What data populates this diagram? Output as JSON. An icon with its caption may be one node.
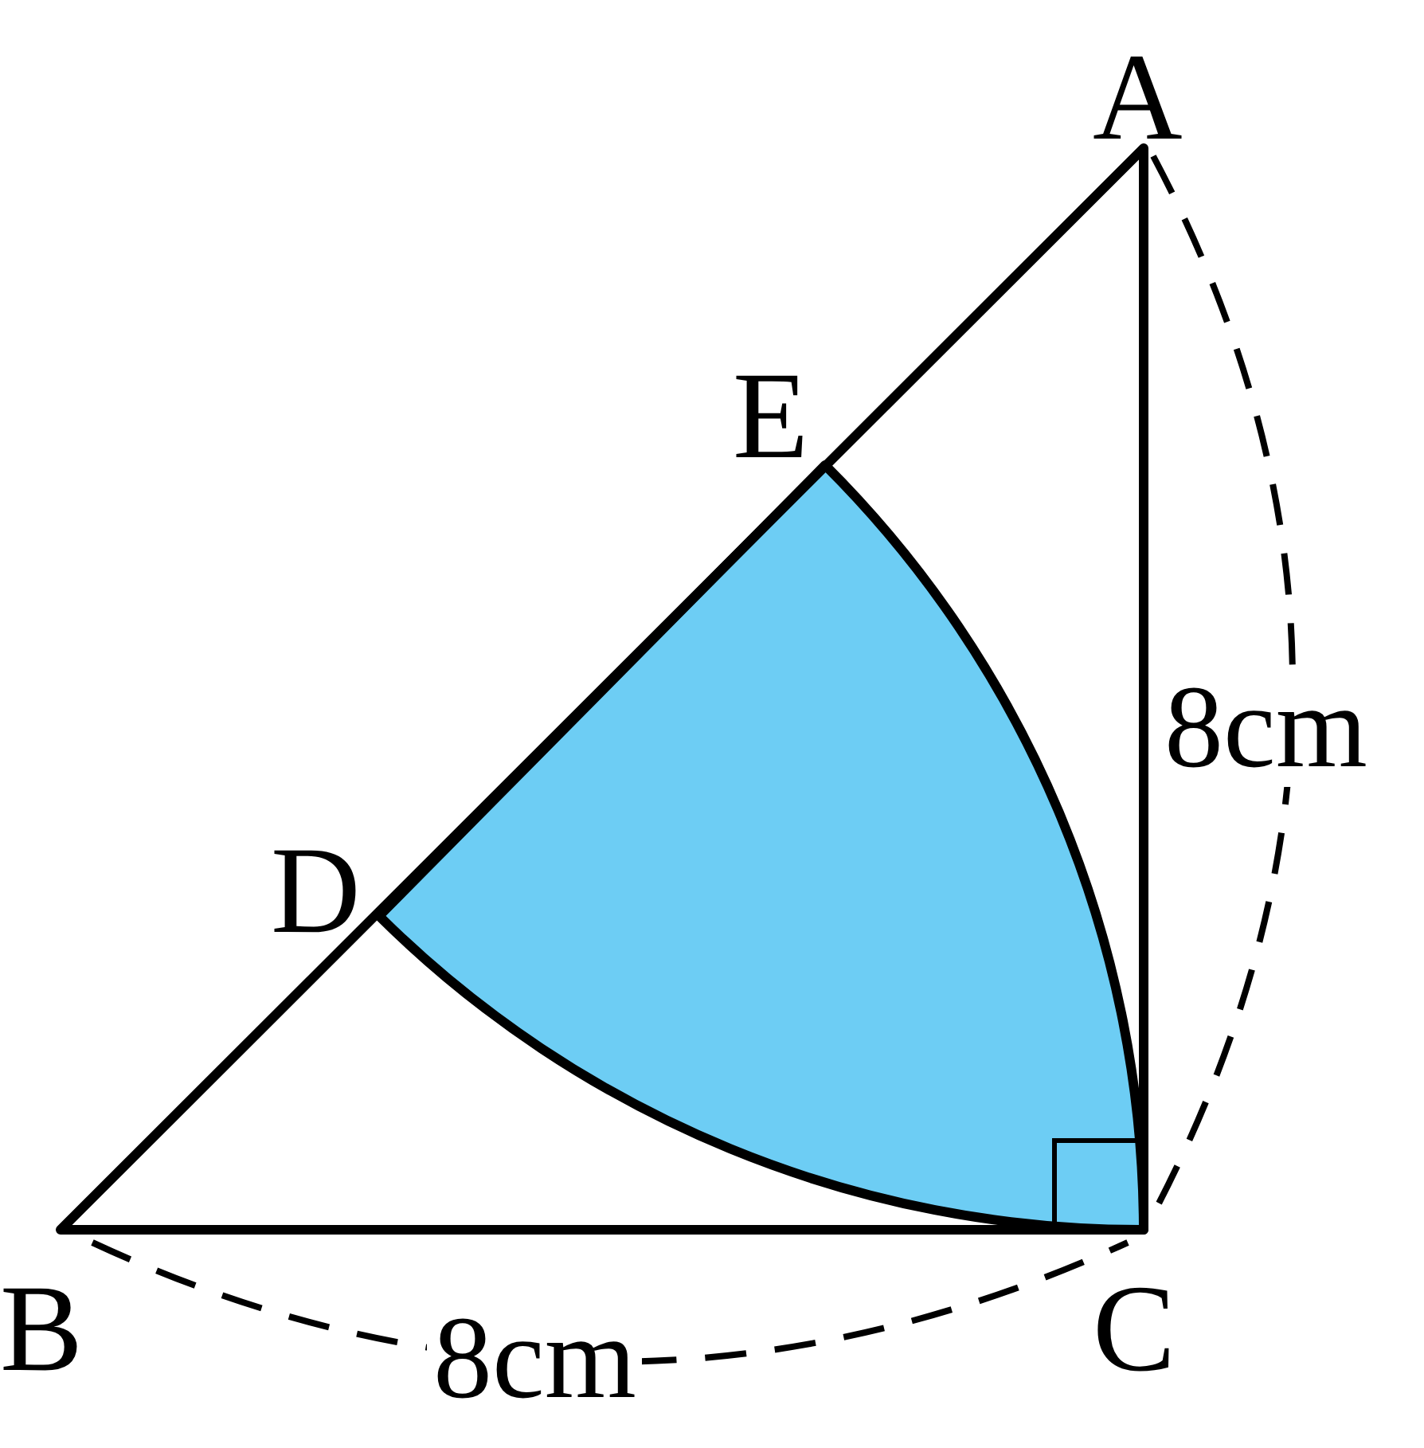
{
  "diagram": {
    "labels": [
      "A",
      "E",
      "8cm",
      "D",
      "B",
      "8cm",
      "C"
    ]
  }
}
